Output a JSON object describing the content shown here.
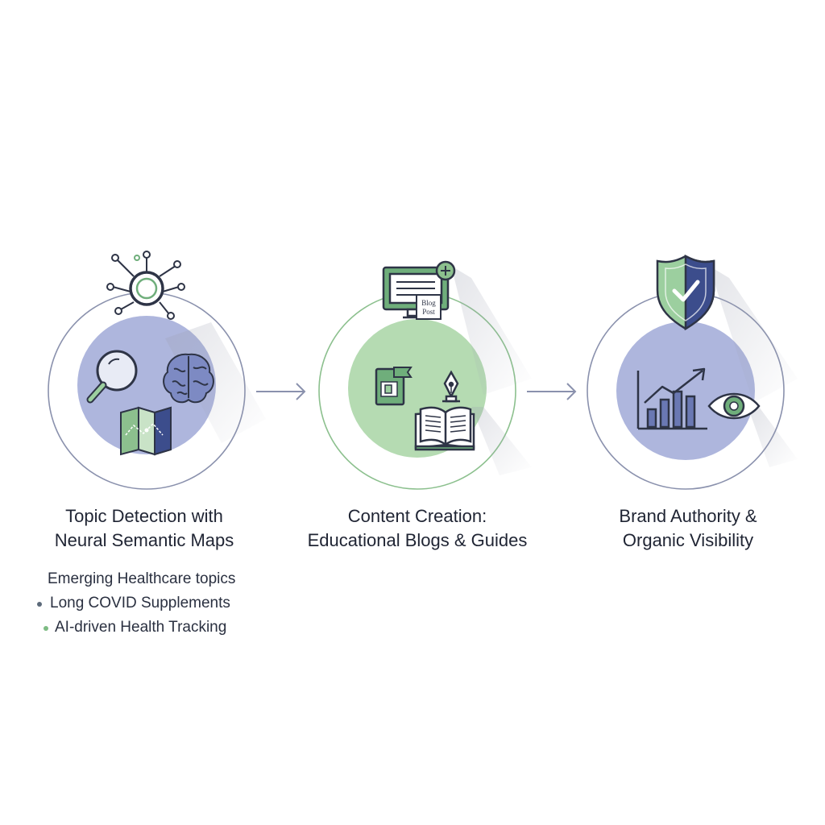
{
  "colors": {
    "ring": "#8a91ad",
    "ring_green": "#8cc08e",
    "disc_blue": "#aeb6dd",
    "disc_green": "#b5dbb2",
    "line": "#2e3446",
    "accent_green": "#6fae7b",
    "accent_navy": "#3c4d8c"
  },
  "steps": [
    {
      "title_line1": "Topic Detection with",
      "title_line2": "Neural Semantic Maps",
      "icons": [
        "network-node-icon",
        "magnifier-icon",
        "brain-icon",
        "map-icon"
      ]
    },
    {
      "title_line1": "Content Creation:",
      "title_line2": "Educational Blogs & Guides",
      "icons": [
        "monitor-icon",
        "plus-badge-icon",
        "blog-post-note-icon",
        "book-icon",
        "pen-nib-icon",
        "open-book-icon"
      ]
    },
    {
      "title_line1": "Brand Authority &",
      "title_line2": "Organic Visibility",
      "icons": [
        "shield-check-icon",
        "bar-chart-icon",
        "trend-arrow-icon",
        "eye-icon"
      ]
    }
  ],
  "blog_note": {
    "line1": "Blog",
    "line2": "Post"
  },
  "topics": {
    "heading": "Emerging Healthcare topics",
    "items": [
      {
        "label": "Long COVID Supplements",
        "bullet_color": "#5c6a7a"
      },
      {
        "label": "AI-driven Health Tracking",
        "bullet_color": "#7dbb83"
      }
    ]
  }
}
